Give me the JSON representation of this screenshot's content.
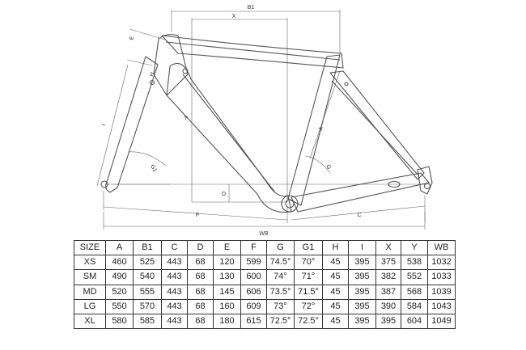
{
  "diagram": {
    "labels": {
      "b1": "B1",
      "x": "X",
      "e": "E",
      "i": "I",
      "y": "Y",
      "h": "H",
      "g1": "G1",
      "g": "G",
      "a": "A",
      "d": "D",
      "f": "F",
      "c": "C",
      "wb": "WB"
    }
  },
  "table": {
    "columns": [
      "SIZE",
      "A",
      "B1",
      "C",
      "D",
      "E",
      "F",
      "G",
      "G1",
      "H",
      "I",
      "X",
      "Y",
      "WB"
    ],
    "rows": [
      [
        "XS",
        "460",
        "525",
        "443",
        "68",
        "120",
        "599",
        "74.5°",
        "70°",
        "45",
        "395",
        "375",
        "538",
        "1032"
      ],
      [
        "SM",
        "490",
        "540",
        "443",
        "68",
        "130",
        "600",
        "74°",
        "71°",
        "45",
        "395",
        "382",
        "552",
        "1033"
      ],
      [
        "MD",
        "520",
        "555",
        "443",
        "68",
        "145",
        "606",
        "73.5°",
        "71.5°",
        "45",
        "395",
        "387",
        "568",
        "1039"
      ],
      [
        "LG",
        "550",
        "570",
        "443",
        "68",
        "160",
        "609",
        "73°",
        "72°",
        "45",
        "395",
        "390",
        "584",
        "1043"
      ],
      [
        "XL",
        "580",
        "585",
        "443",
        "68",
        "180",
        "615",
        "72.5°",
        "72.5°",
        "45",
        "395",
        "395",
        "604",
        "1049"
      ]
    ]
  }
}
